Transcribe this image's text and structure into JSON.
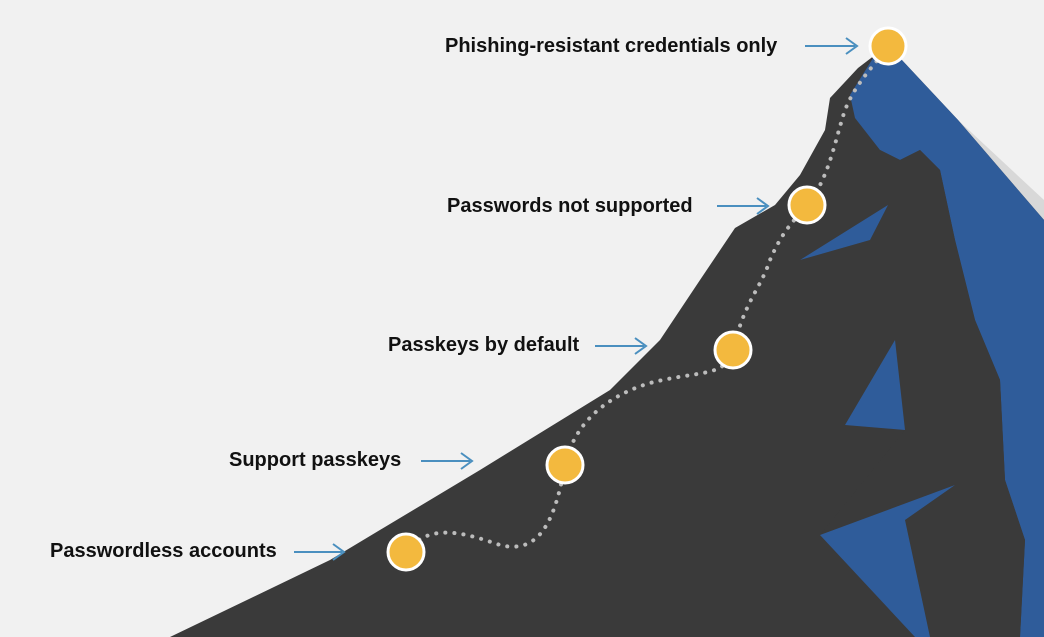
{
  "colors": {
    "background": "#f1f1f1",
    "mountain_dark": "#3a3a3a",
    "mountain_blue": "#2f5c9a",
    "node_fill": "#f3b93e",
    "node_stroke": "#ffffff",
    "arrow": "#4a8fbf",
    "path_dots": "#bcbcbc",
    "label_text": "#111111"
  },
  "steps": [
    {
      "label": "Passwordless accounts"
    },
    {
      "label": "Support passkeys"
    },
    {
      "label": "Passkeys by default"
    },
    {
      "label": "Passwords not supported"
    },
    {
      "label": "Phishing-resistant credentials only"
    }
  ]
}
